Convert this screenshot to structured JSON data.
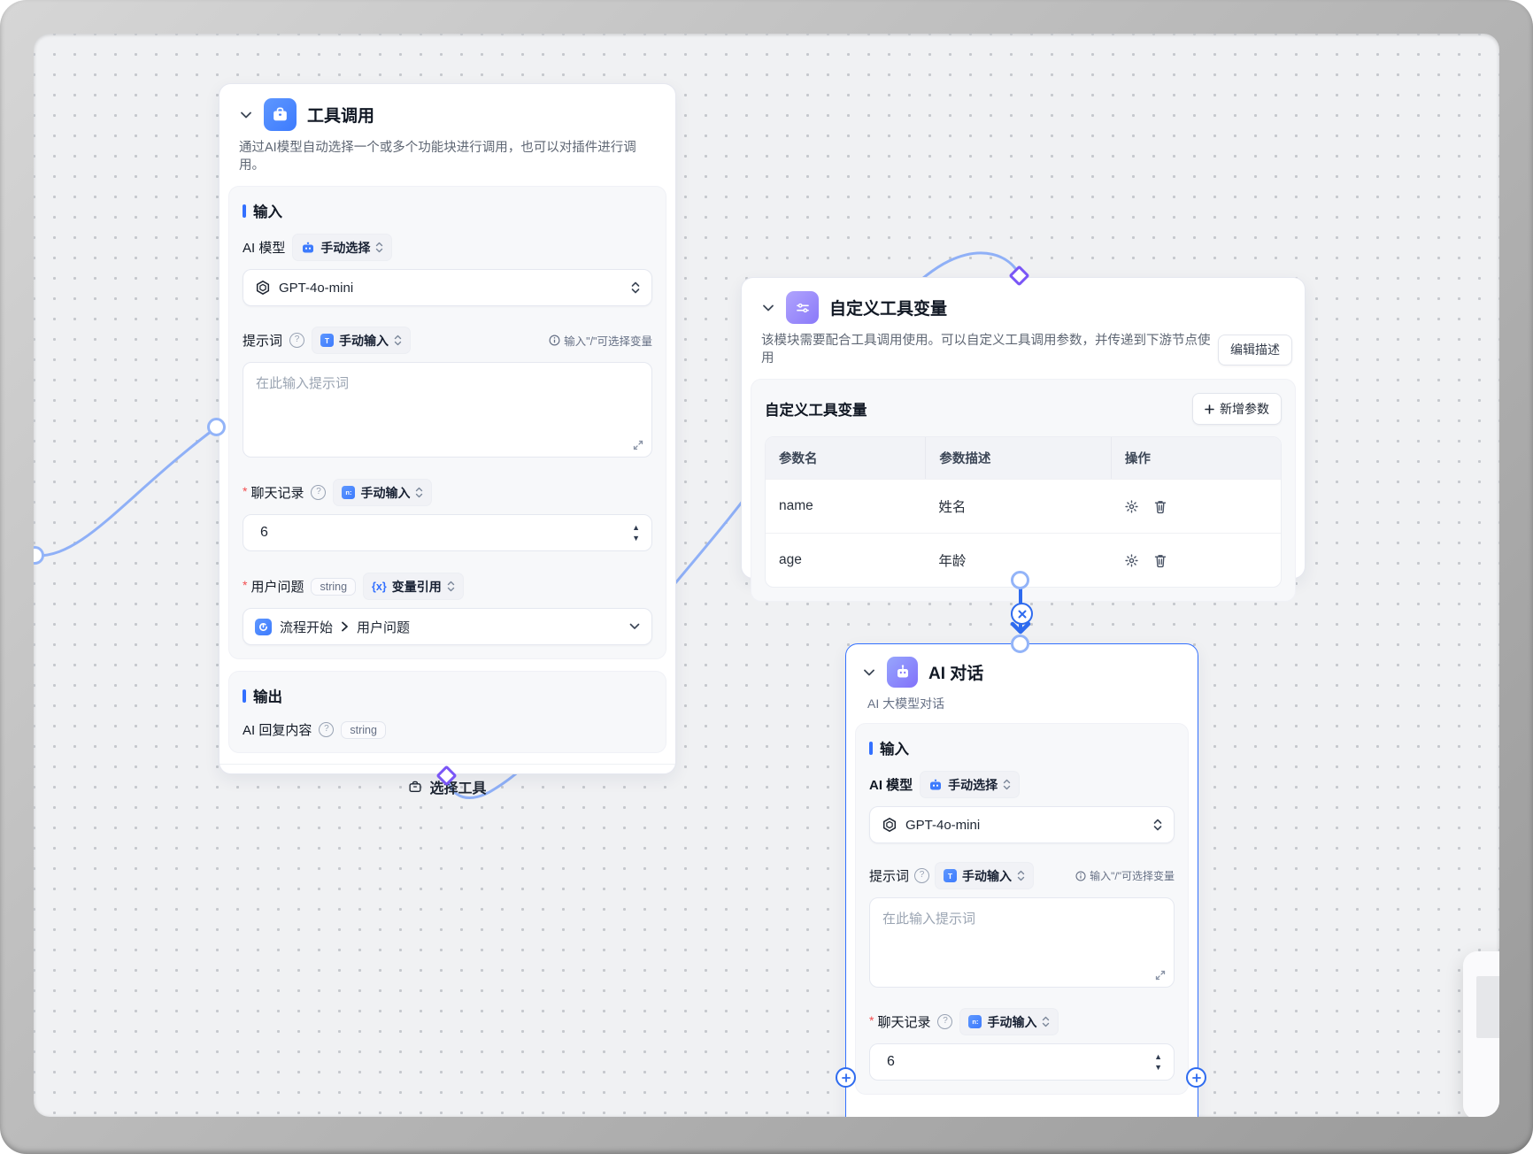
{
  "ui": {
    "required_mark": "*",
    "accent_color": "#3370ff",
    "edge_color": "#8fb0f7",
    "diamond_color": "#7a56f6",
    "selected_border_color": "#3370ff"
  },
  "node_tool_call": {
    "title": "工具调用",
    "description": "通过AI模型自动选择一个或多个功能块进行调用，也可以对插件进行调用。",
    "input_section": "输入",
    "ai_model_label": "AI 模型",
    "manual_select_badge": "手动选择",
    "model_value": "GPT-4o-mini",
    "prompt_label": "提示词",
    "manual_input_badge": "手动输入",
    "slash_tip": "输入\"/\"可选择变量",
    "prompt_placeholder": "在此输入提示词",
    "history_label": "聊天记录",
    "history_value": "6",
    "question_label": "用户问题",
    "string_type": "string",
    "var_ref_badge": "变量引用",
    "ref_source": "流程开始",
    "ref_field": "用户问题",
    "output_section": "输出",
    "output_field_label": "AI 回复内容",
    "output_field_type": "string",
    "select_tool_button": "选择工具"
  },
  "node_custom_vars": {
    "title": "自定义工具变量",
    "description": "该模块需要配合工具调用使用。可以自定义工具调用参数，并传递到下游节点使用",
    "edit_desc_button": "编辑描述",
    "panel_title": "自定义工具变量",
    "add_param_button": "新增参数",
    "table": {
      "headers": [
        "参数名",
        "参数描述",
        "操作"
      ],
      "rows": [
        {
          "name": "name",
          "desc": "姓名"
        },
        {
          "name": "age",
          "desc": "年龄"
        }
      ]
    }
  },
  "node_ai_chat": {
    "title": "AI 对话",
    "subtitle": "AI 大模型对话",
    "input_section": "输入",
    "ai_model_label": "AI 模型",
    "manual_select_badge": "手动选择",
    "model_value": "GPT-4o-mini",
    "prompt_label": "提示词",
    "manual_input_badge": "手动输入",
    "slash_tip": "输入\"/\"可选择变量",
    "prompt_placeholder": "在此输入提示词",
    "history_label": "聊天记录",
    "history_value": "6"
  }
}
